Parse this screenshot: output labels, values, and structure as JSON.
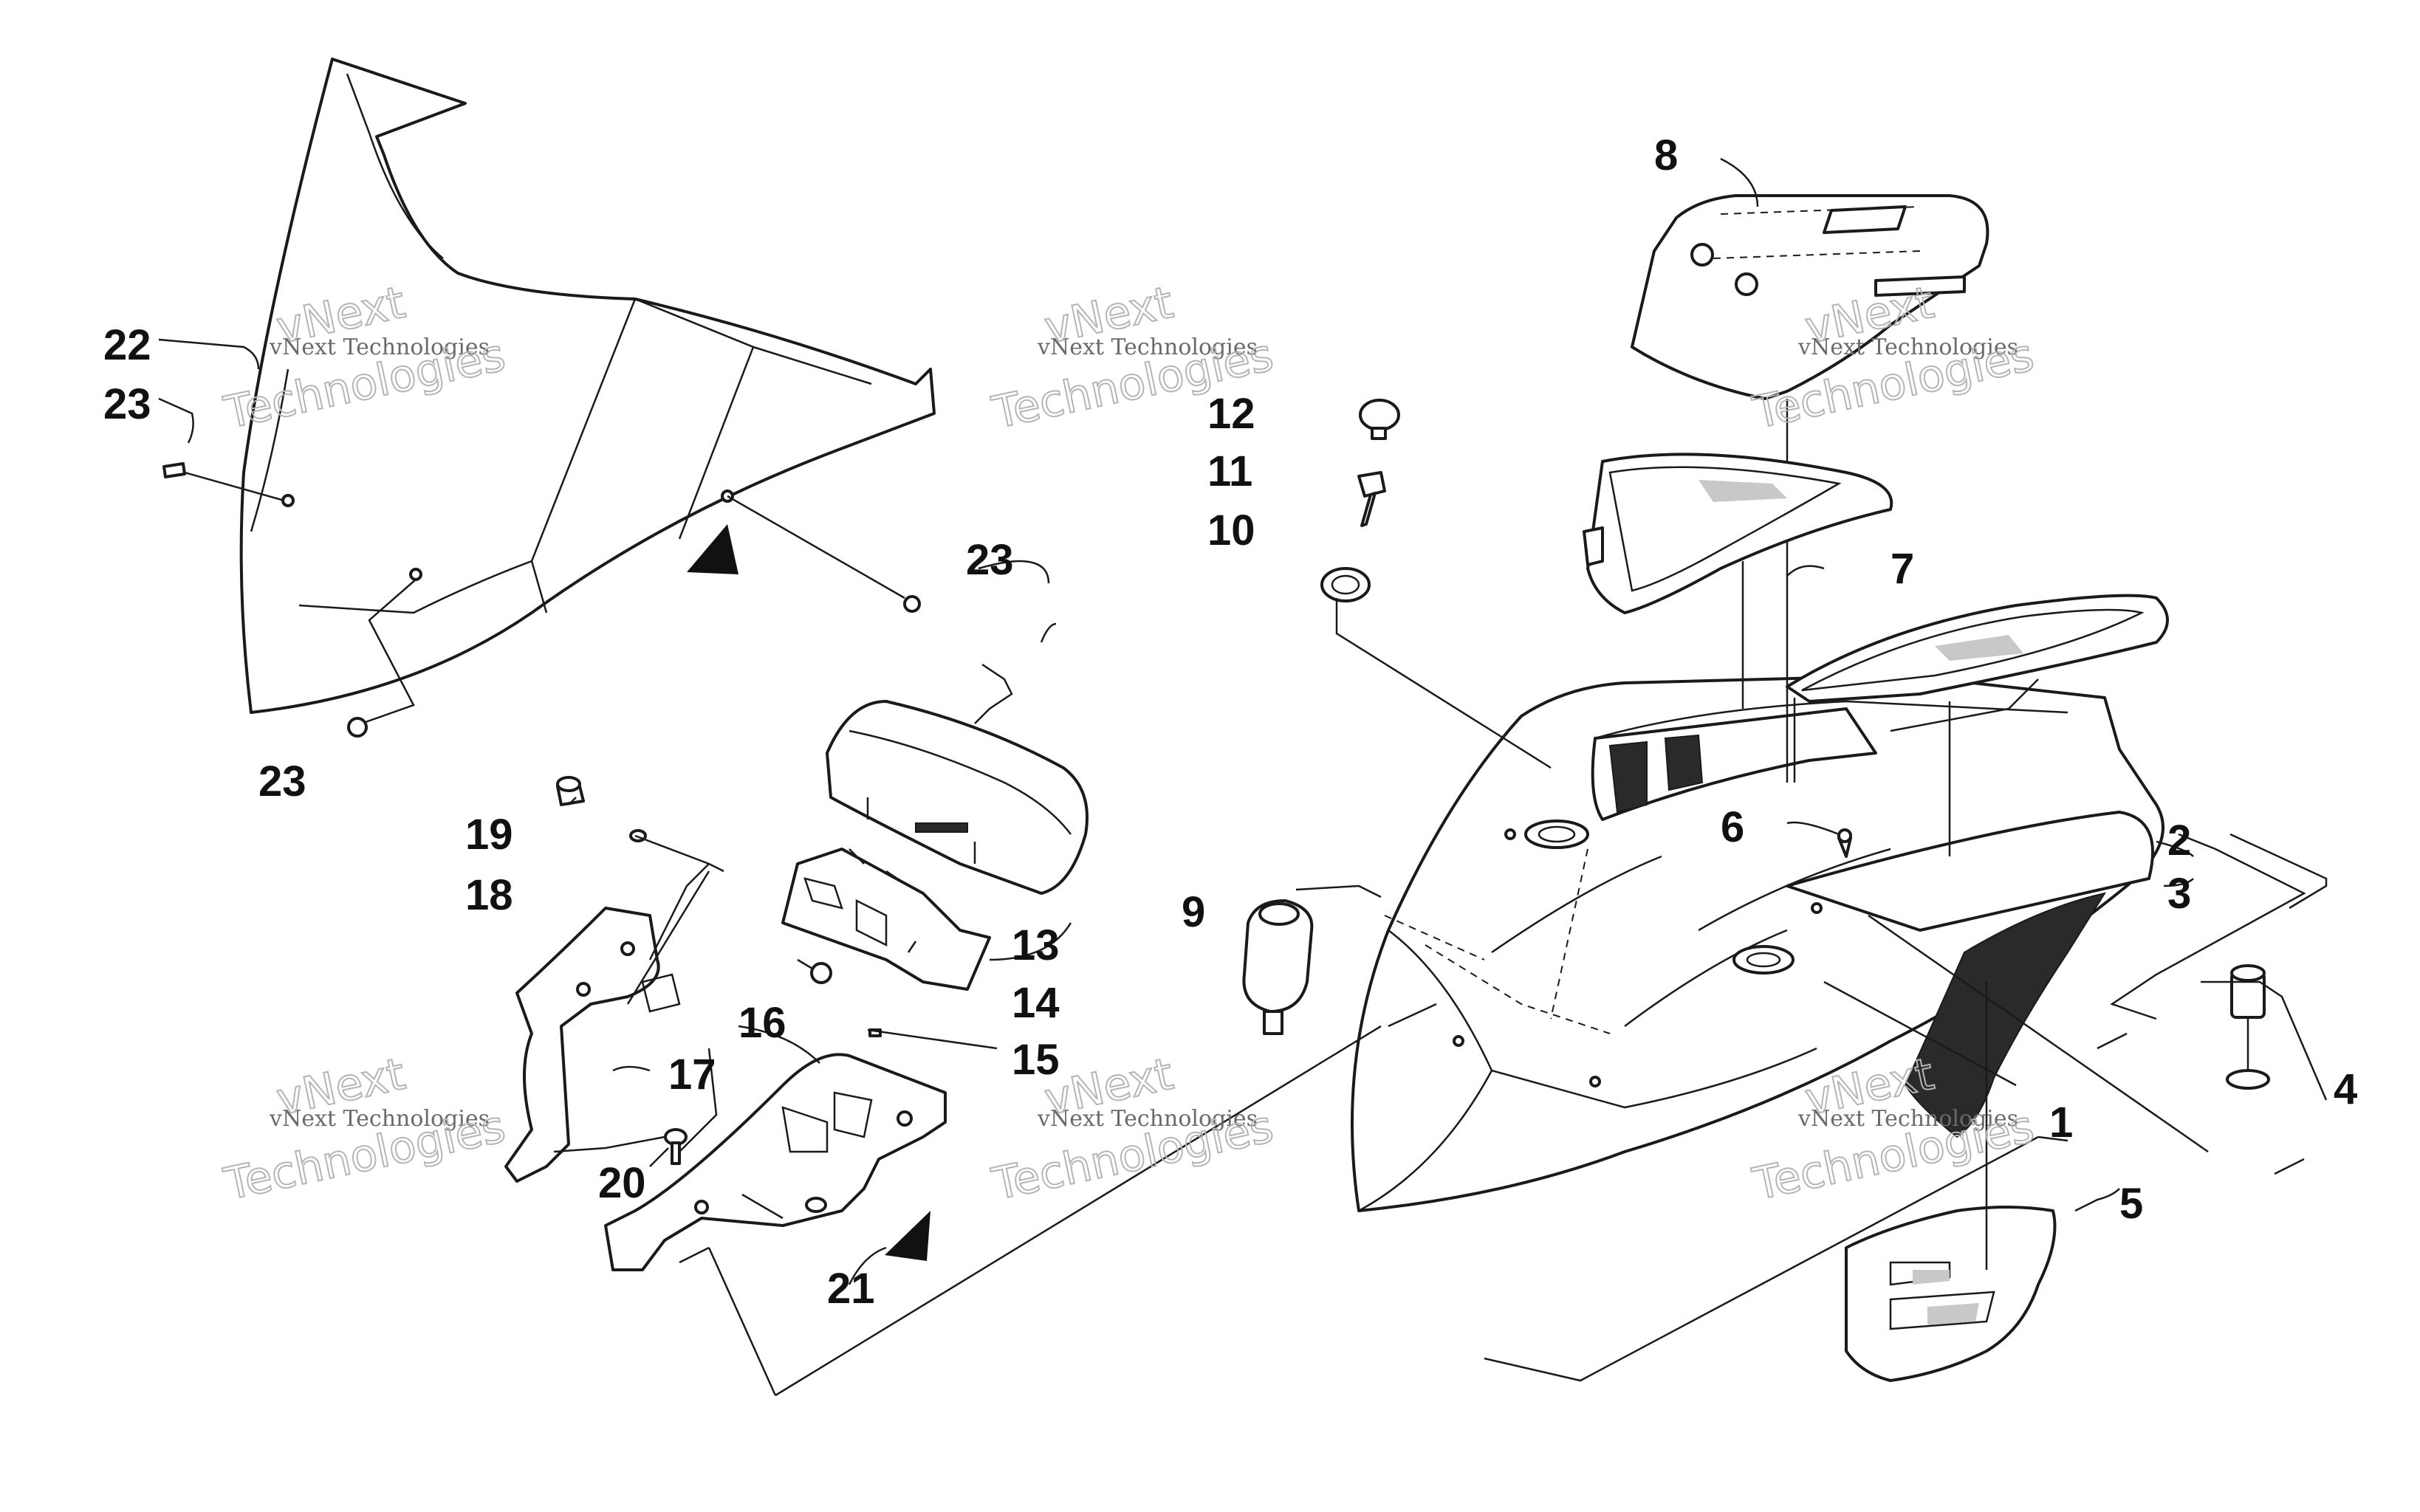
{
  "callouts": [
    "1",
    "2",
    "3",
    "4",
    "5",
    "6",
    "7",
    "8",
    "9",
    "10",
    "11",
    "12",
    "13",
    "14",
    "15",
    "16",
    "17",
    "18",
    "19",
    "20",
    "21",
    "22",
    "23",
    "23",
    "23"
  ],
  "watermark": {
    "line1": "vNext Technologies",
    "line2": "vNext",
    "line3": "Technologies"
  }
}
